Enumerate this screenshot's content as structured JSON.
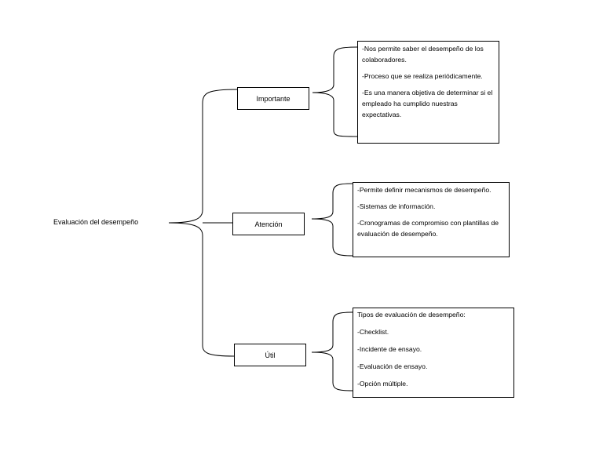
{
  "root": "Evaluación del desempeño",
  "branches": [
    {
      "label": "Importante",
      "items": [
        "-Nos permite saber el desempeño de los colaboradores.",
        "-Proceso que se realiza periódicamente.",
        "-Es una manera objetiva de determinar si el empleado ha cumplido nuestras expectativas."
      ]
    },
    {
      "label": "Atención",
      "items": [
        "-Permite definir mecanismos de desempeño.",
        "-Sistemas de información.",
        "-Cronogramas de compromiso con plantillas de evaluación de desempeño."
      ]
    },
    {
      "label": "Útil",
      "items": [
        "Tipos de evaluación de desempeño:",
        "-Checklist.",
        "-Incidente de ensayo.",
        "-Evaluación de ensayo.",
        "-Opción múltiple."
      ]
    }
  ]
}
